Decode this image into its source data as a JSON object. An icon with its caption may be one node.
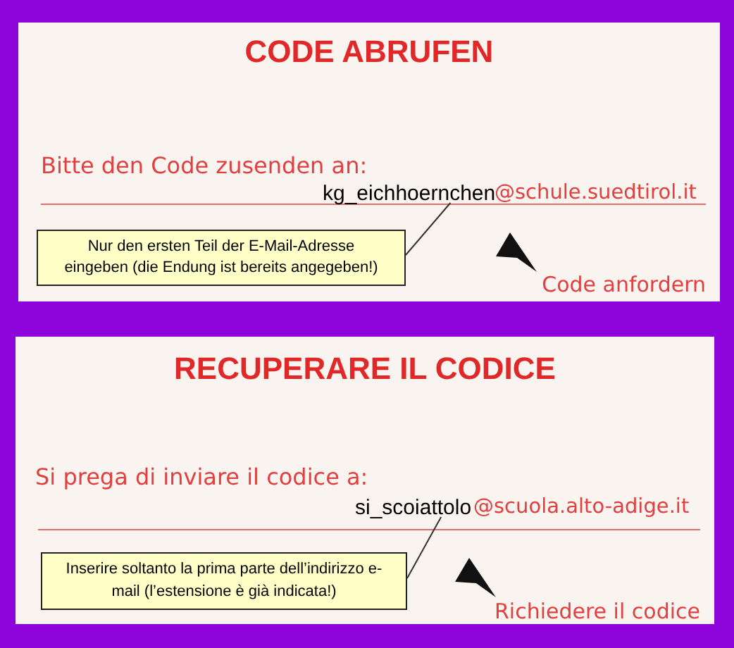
{
  "diagram": {
    "nodes": [
      {
        "text": [
          "CODE ABRUFEN"
        ]
      },
      {
        "text": [
          "kg_eichhoernchen"
        ],
        "in": 0
      },
      {
        "text": [
          "Nur den ersten Teil der E-Mail-Adresse eingeben (die Endung ist bereits angegeben!)"
        ],
        "in": 0
      },
      {
        "text": [
          "RECUPERARE IL CODICE"
        ]
      },
      {
        "text": [
          "si_scoiattolo"
        ],
        "in": 3
      },
      {
        "text": [
          "Inserire soltanto la prima parte dell’indirizzo e-mail (l’estensione è già indicata!)"
        ],
        "in": 3
      }
    ],
    "edges": [
      {
        "from": 2,
        "to": 1,
        "arrow": "none"
      },
      {
        "from": 5,
        "to": 4,
        "arrow": "none"
      }
    ],
    "labels": [
      "Bitte den Code zusenden an:",
      "@schule.suedtirol.it",
      "Code anfordern",
      "Si prega di inviare il codice a:",
      "@scuola.alto-adige.it",
      "Richiedere il codice"
    ]
  }
}
